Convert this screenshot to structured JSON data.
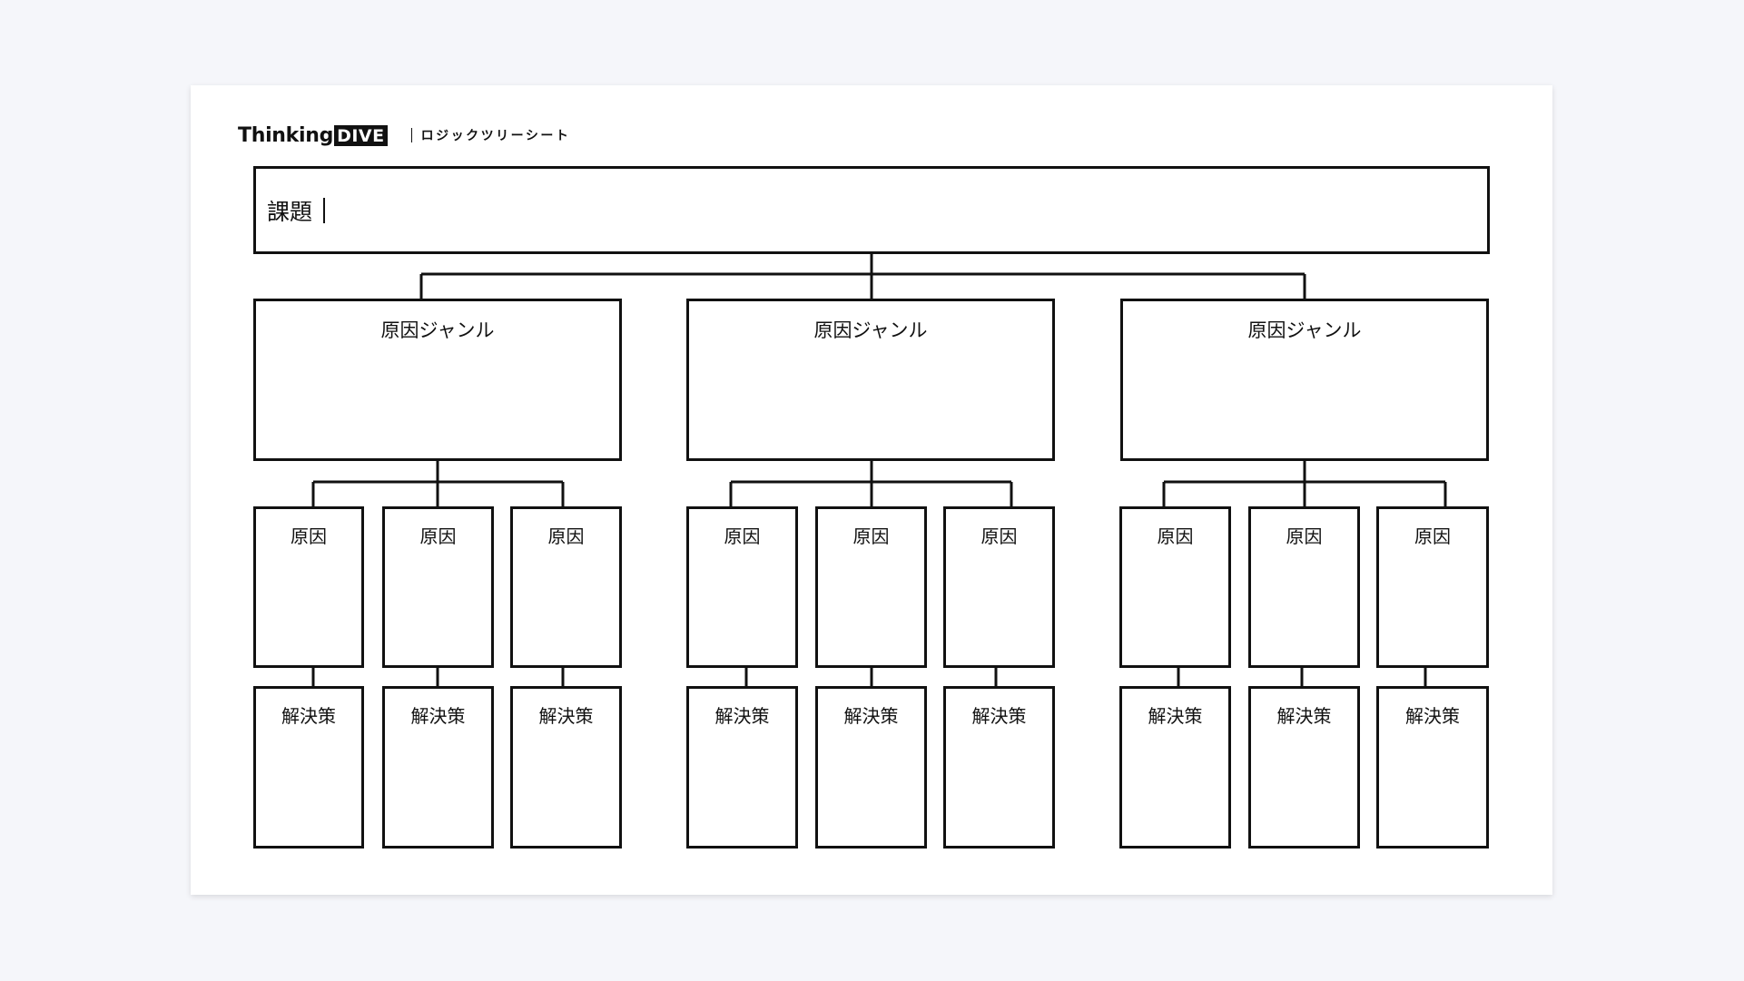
{
  "header": {
    "brand_thinking": "Thinking",
    "brand_dive": "DIVE",
    "subtitle": "ロジックツリーシート"
  },
  "issue": {
    "label": "課題"
  },
  "genres": [
    {
      "label": "原因ジャンル",
      "causes": [
        {
          "label": "原因",
          "solution": "解決策"
        },
        {
          "label": "原因",
          "solution": "解決策"
        },
        {
          "label": "原因",
          "solution": "解決策"
        }
      ]
    },
    {
      "label": "原因ジャンル",
      "causes": [
        {
          "label": "原因",
          "solution": "解決策"
        },
        {
          "label": "原因",
          "solution": "解決策"
        },
        {
          "label": "原因",
          "solution": "解決策"
        }
      ]
    },
    {
      "label": "原因ジャンル",
      "causes": [
        {
          "label": "原因",
          "solution": "解決策"
        },
        {
          "label": "原因",
          "solution": "解決策"
        },
        {
          "label": "原因",
          "solution": "解決策"
        }
      ]
    }
  ]
}
